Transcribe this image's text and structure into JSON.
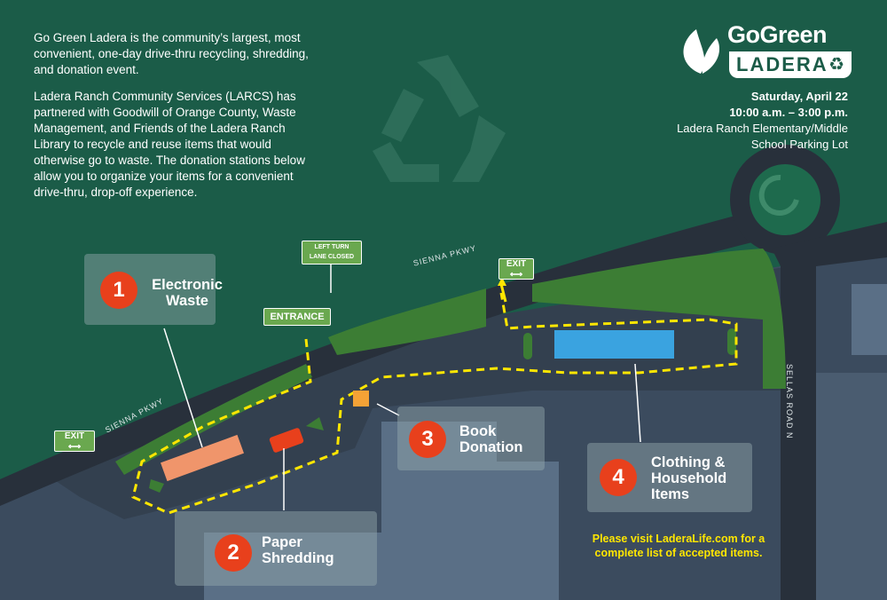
{
  "intro": {
    "p1": [
      "Go Green Ladera is the community’s largest, most",
      "convenient, one-day drive-thru recycling, shredding,",
      "and donation event."
    ],
    "p2": [
      "Ladera Ranch Community Services (LARCS) has",
      "partnered with Goodwill of Orange County, Waste",
      "Management, and Friends of the Ladera Ranch",
      "Library to recycle and reuse items that would",
      "otherwise go to waste. The donation stations below",
      "allow you to organize your items for a convenient",
      "drive-thru, drop-off experience."
    ]
  },
  "logo": {
    "top": "GoGreen",
    "bottom": "LADERA"
  },
  "event": {
    "date": "Saturday, April 22",
    "time": "10:00 a.m. – 3:00 p.m.",
    "location_line1": "Ladera Ranch Elementary/Middle",
    "location_line2": "School Parking Lot"
  },
  "stations": [
    {
      "number": "1",
      "line1": "Electronic",
      "line2": "Waste"
    },
    {
      "number": "2",
      "line1": "Paper",
      "line2": "Shredding"
    },
    {
      "number": "3",
      "line1": "Book",
      "line2": "Donation"
    },
    {
      "number": "4",
      "line1": "Clothing &",
      "line2": "Household",
      "line3": "Items"
    }
  ],
  "signs": {
    "entrance": "ENTRANCE",
    "exit_left": "EXIT",
    "exit_right": "EXIT",
    "left_turn_line1": "LEFT TURN",
    "left_turn_line2": "LANE CLOSED"
  },
  "roads": {
    "sienna_upper": "SIENNA PKWY",
    "sienna_lower": "SIENNA PKWY",
    "sellas": "SELLAS ROAD N"
  },
  "notice": {
    "line1": "Please visit LaderaLife.com  for a",
    "line2": "complete list of accepted items."
  },
  "colors": {
    "background": "#1b5c48",
    "lot": "#3a4a5c",
    "grass": "#3c7d34",
    "route": "#ffe600",
    "station_circle": "#e8401c",
    "ewaste_bin": "#f0956b",
    "shredding_truck": "#e8401c",
    "book_bin": "#f4a236",
    "clothing_bin": "#3aa3e0"
  }
}
